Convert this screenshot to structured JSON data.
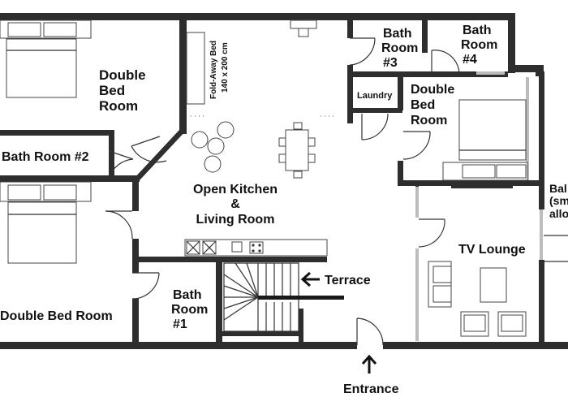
{
  "labels": {
    "double_bed_room_1": "Double Bed Room",
    "double_bed_room_line1": "Double",
    "double_bed_room_line2": "Bed",
    "double_bed_room_line3": "Room",
    "foldaway_line1": "Fold-Away Bed",
    "foldaway_line2": "140 x 200 cm",
    "bath_room_3_line1": "Bath",
    "bath_room_3_line2": "Room",
    "bath_room_3_line3": "#3",
    "bath_room_4_line1": "Bath",
    "bath_room_4_line2": "Room",
    "bath_room_4_line3": "#4",
    "laundry": "Laundry",
    "double_bed_room_3_line1": "Double",
    "double_bed_room_3_line2": "Bed",
    "double_bed_room_3_line3": "Room",
    "bath_room_2": "Bath Room #2",
    "open_kitchen_line1": "Open Kitchen",
    "open_kitchen_line2": "&",
    "open_kitchen_line3": "Living Room",
    "balcony_line1": "Bal",
    "balcony_line2": "(sm",
    "balcony_line3": "allo",
    "tv_lounge": "TV Lounge",
    "terrace": "Terrace",
    "bath_room_1_line1": "Bath",
    "bath_room_1_line2": "Room",
    "bath_room_1_line3": "#1",
    "double_bed_room_bottom": "Double Bed Room",
    "entrance": "Entrance"
  },
  "icons": {
    "terrace_arrow": "arrow-left-icon",
    "entrance_arrow": "arrow-up-icon"
  },
  "colors": {
    "wall": "#2e2e2e",
    "window": "#bcbcbc",
    "text": "#111111"
  }
}
